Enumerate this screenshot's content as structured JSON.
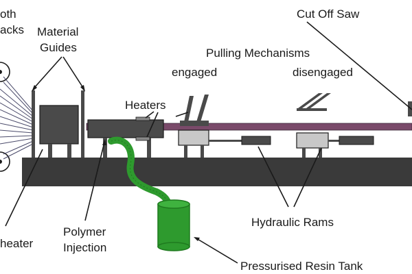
{
  "labels": {
    "cloth_line1": "oth",
    "cloth_line2": "acks",
    "material_guides_line1": "Material",
    "material_guides_line2": "Guides",
    "cut_off_saw": "Cut Off Saw",
    "pulling_mechanisms": "Pulling Mechanisms",
    "engaged": "engaged",
    "disengaged": "disengaged",
    "heaters": "Heaters",
    "preheater": "heater",
    "polymer_injection_line1": "Polymer",
    "polymer_injection_line2": "Injection",
    "hydraulic_rams": "Hydraulic Rams",
    "pressurised_resin_tank": "Pressurised Resin Tank"
  },
  "colors": {
    "bed": "#3a3a3a",
    "block_dark": "#4a4a4a",
    "clamp_light": "#c8c8c8",
    "profile": "#7a4a6a",
    "resin": "#2e9a2e",
    "resin_dark": "#1f7a1f",
    "line": "#1a1a1a"
  }
}
